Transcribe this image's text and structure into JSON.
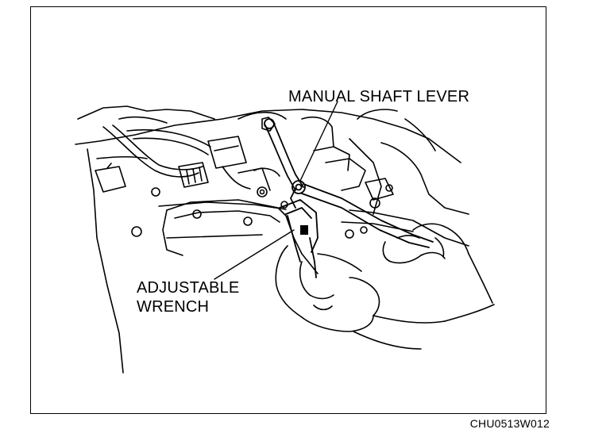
{
  "labels": {
    "manual_shaft_lever": "MANUAL SHAFT LEVER",
    "adjustable_wrench_line1": "ADJUSTABLE",
    "adjustable_wrench_line2": "WRENCH"
  },
  "figure_code": "CHU0513W012"
}
